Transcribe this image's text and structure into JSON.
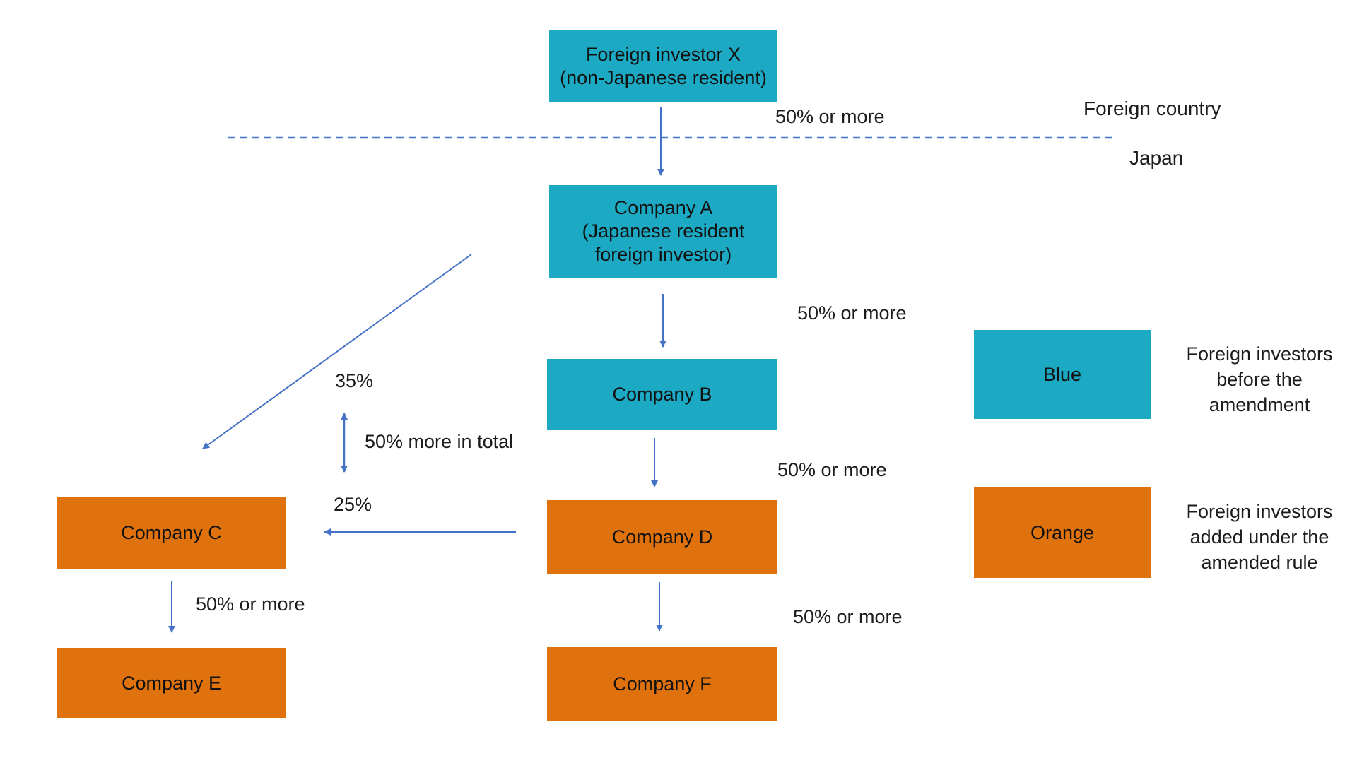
{
  "diagram": {
    "regions": {
      "foreign_country": "Foreign country",
      "japan": "Japan"
    },
    "nodes": {
      "investor_x": "Foreign investor X\n(non-Japanese resident)",
      "company_a": "Company A\n(Japanese resident\nforeign investor)",
      "company_b": "Company B",
      "company_c": "Company C",
      "company_d": "Company D",
      "company_e": "Company E",
      "company_f": "Company F"
    },
    "edge_labels": {
      "x_to_a": "50% or more",
      "a_to_b": "50% or more",
      "b_to_d": "50% or more",
      "d_to_f": "50% or more",
      "c_to_e": "50% or more",
      "a_to_c_percent": "35%",
      "d_to_c_percent": "25%",
      "combined_note": "50% more in total"
    },
    "legend": {
      "blue_swatch_label": "Blue",
      "blue_description": "Foreign investors\nbefore the\namendment",
      "orange_swatch_label": "Orange",
      "orange_description": "Foreign investors\nadded under the\namended rule"
    },
    "colors": {
      "blue_fill": "#1CA9C3",
      "orange_fill": "#E0720E",
      "connector_blue": "#4472C4"
    }
  }
}
